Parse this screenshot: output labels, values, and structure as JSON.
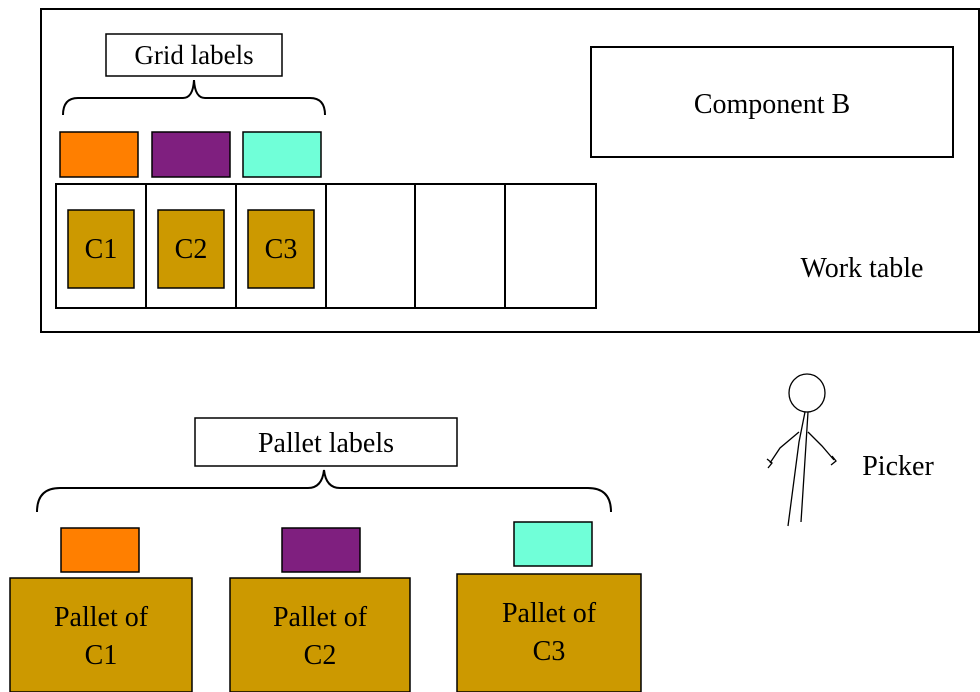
{
  "grid_labels": {
    "title": "Grid labels",
    "colors": [
      "#FF7F00",
      "#7F1F7F",
      "#70FFD8"
    ]
  },
  "grid_cells": [
    {
      "label": "C1",
      "filled": true
    },
    {
      "label": "C2",
      "filled": true
    },
    {
      "label": "C3",
      "filled": true
    },
    {
      "label": "",
      "filled": false
    },
    {
      "label": "",
      "filled": false
    },
    {
      "label": "",
      "filled": false
    }
  ],
  "component_b": "Component B",
  "work_table": "Work table",
  "picker": "Picker",
  "pallet_labels": {
    "title": "Pallet labels",
    "colors": [
      "#FF7F00",
      "#7F1F7F",
      "#70FFD8"
    ]
  },
  "pallets": [
    {
      "line1": "Pallet of",
      "line2": "C1"
    },
    {
      "line1": "Pallet of",
      "line2": "C2"
    },
    {
      "line1": "Pallet of",
      "line2": "C3"
    }
  ],
  "colors": {
    "item_fill": "#CC9900",
    "stroke": "#000000"
  }
}
